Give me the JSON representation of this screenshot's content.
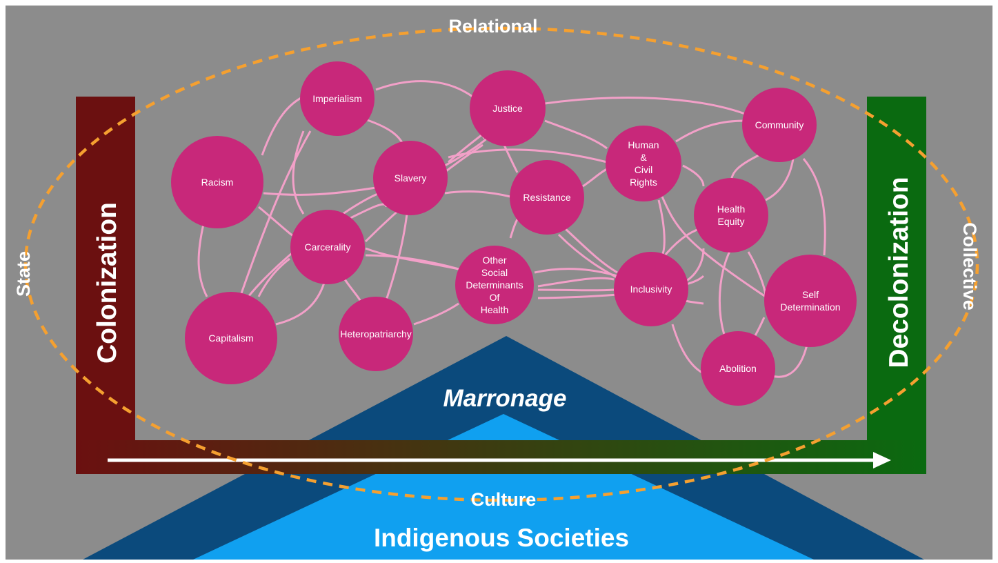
{
  "labels": {
    "relational": "Relational",
    "state": "State",
    "collective": "Collective",
    "culture": "Culture",
    "colonization": "Colonization",
    "decolonization": "Decolonization",
    "marronage": "Marronage",
    "indigenous_societies": "Indigenous Societies"
  },
  "nodes": [
    {
      "id": "imperialism",
      "lines": [
        "Imperialism"
      ]
    },
    {
      "id": "justice",
      "lines": [
        "Justice"
      ]
    },
    {
      "id": "community",
      "lines": [
        "Community"
      ]
    },
    {
      "id": "racism",
      "lines": [
        "Racism"
      ]
    },
    {
      "id": "slavery",
      "lines": [
        "Slavery"
      ]
    },
    {
      "id": "human-civil-rights",
      "lines": [
        "Human",
        "&",
        "Civil",
        "Rights"
      ]
    },
    {
      "id": "resistance",
      "lines": [
        "Resistance"
      ]
    },
    {
      "id": "health-equity",
      "lines": [
        "Health",
        "Equity"
      ]
    },
    {
      "id": "carcerality",
      "lines": [
        "Carcerality"
      ]
    },
    {
      "id": "other-sdoh",
      "lines": [
        "Other",
        "Social",
        "Determinants",
        "Of",
        "Health"
      ]
    },
    {
      "id": "inclusivity",
      "lines": [
        "Inclusivity"
      ]
    },
    {
      "id": "self-determination",
      "lines": [
        "Self",
        "Determination"
      ]
    },
    {
      "id": "capitalism",
      "lines": [
        "Capitalism"
      ]
    },
    {
      "id": "heteropatriarchy",
      "lines": [
        "Heteropatriarchy"
      ]
    },
    {
      "id": "abolition",
      "lines": [
        "Abolition"
      ]
    }
  ],
  "colors": {
    "background": "#8c8c8c",
    "node": "#c8287a",
    "connector": "#f2a0c8",
    "ellipse": "#f5a030",
    "colonization": "#6b1010",
    "decolonization": "#0a6a10",
    "marronage": "#0b4a7c",
    "indigenous": "#10a0f0"
  }
}
